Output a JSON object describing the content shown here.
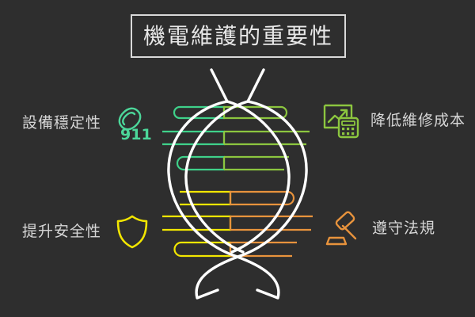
{
  "theme": {
    "background": "#2e2e2e",
    "title_text_color": "#e8e8e8",
    "title_border_color": "#d9d9d9",
    "label_text_color": "#d6d6d6",
    "strand_color": "#ffffff",
    "green": "#3fd18a",
    "yellow_green": "#8cc63f",
    "yellow": "#f2e600",
    "orange": "#e8933c",
    "phone_green": "#4cd79a"
  },
  "title": {
    "text": "機電維護的重要性"
  },
  "labels": {
    "stability": {
      "text": "設備穩定性",
      "icon": "phone-handset-icon",
      "badge": "911",
      "color": "#4cd79a"
    },
    "safety": {
      "text": "提升安全性",
      "icon": "shield-icon",
      "color": "#f2e600"
    },
    "cost": {
      "text": "降低維修成本",
      "icon": "chart-calculator-icon",
      "color": "#8cc63f"
    },
    "regulation": {
      "text": "遵守法規",
      "icon": "gavel-icon",
      "color": "#e8933c"
    }
  },
  "dna": {
    "name": "dna-double-helix",
    "upper_rungs_left_color": "#3fd18a",
    "upper_rungs_right_color": "#8cc63f",
    "lower_rungs_left_color": "#f2e600",
    "lower_rungs_right_color": "#e8933c",
    "rung_count": 6
  }
}
